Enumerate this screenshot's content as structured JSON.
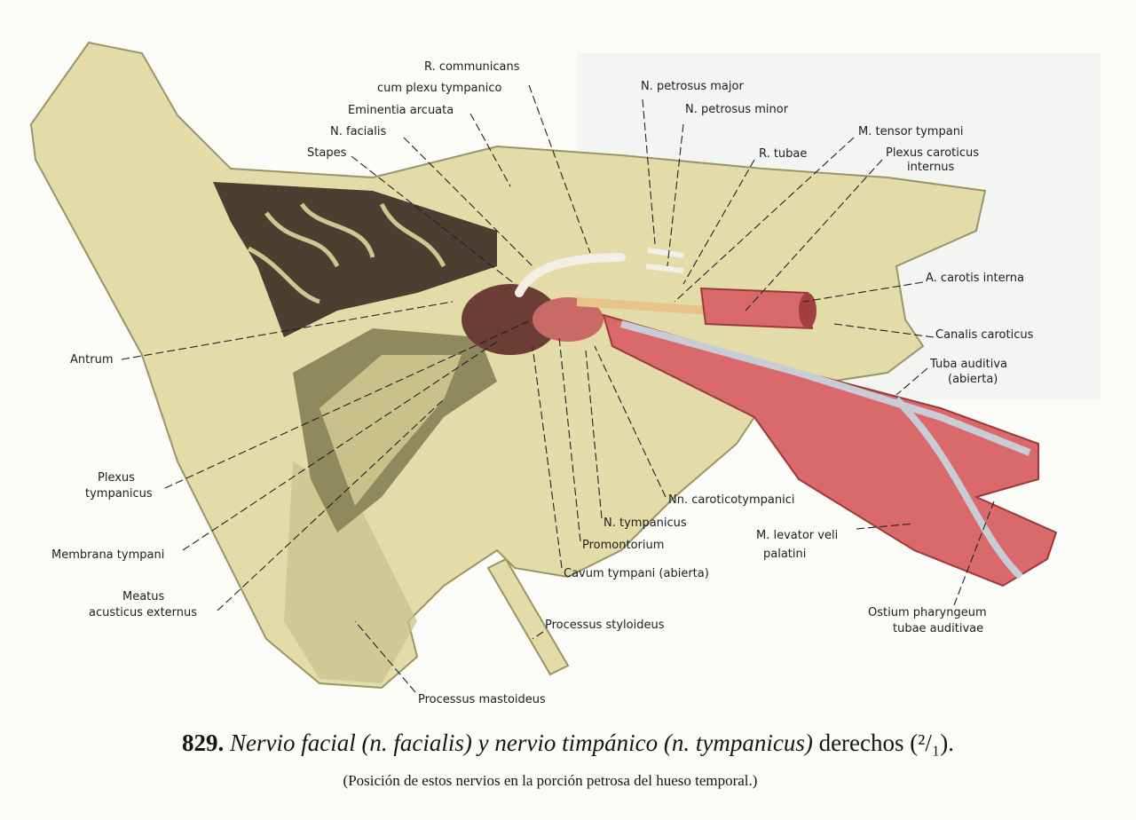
{
  "figure": {
    "number": "829.",
    "title_italic": "Nervio facial (n. facialis) y nervio timpánico (n. tympanicus)",
    "title_rest": " derechos (²/₁).",
    "subtitle": "(Posición de estos nervios en la porción petrosa del hueso temporal.)"
  },
  "labels": {
    "r_communicans_1": "R. communicans",
    "r_communicans_2": "cum plexu tympanico",
    "eminentia_arcuata": "Eminentia arcuata",
    "n_facialis": "N. facialis",
    "stapes": "Stapes",
    "n_petrosus_major": "N. petrosus  major",
    "n_petrosus_minor": "N. petrosus  minor",
    "r_tubae": "R. tubae",
    "m_tensor_tympani": "M. tensor tympani",
    "plexus_caroticus_1": "Plexus caroticus",
    "plexus_caroticus_2": "internus",
    "a_carotis_interna": "A. carotis interna",
    "canalis_caroticus": "Canalis caroticus",
    "tuba_auditiva_1": "Tuba auditiva",
    "tuba_auditiva_2": "(abierta)",
    "antrum": "Antrum",
    "plexus_tympanicus_1": "Plexus",
    "plexus_tympanicus_2": "tympanicus",
    "membrana_tympani": "Membrana tympani",
    "meatus_1": "Meatus",
    "meatus_2": "acusticus externus",
    "nn_caroticotympanici": "Nn. caroticotympanici",
    "n_tympanicus": "N. tympanicus",
    "promontorium": "Promontorium",
    "cavum_tympani": "Cavum tympani (abierta)",
    "m_levator_1": "M. levator veli",
    "m_levator_2": "palatini",
    "ostium_1": "Ostium pharyngeum",
    "ostium_2": "tubae auditivae",
    "processus_styloideus": "Processus styloideus",
    "processus_mastoideus": "Processus mastoideus"
  },
  "colors": {
    "bone": "#e3dca8",
    "bone_shadow": "#8f8a5e",
    "cavity": "#4a3f30",
    "muscle": "#d9696b",
    "nerve": "#f2f0e6"
  }
}
